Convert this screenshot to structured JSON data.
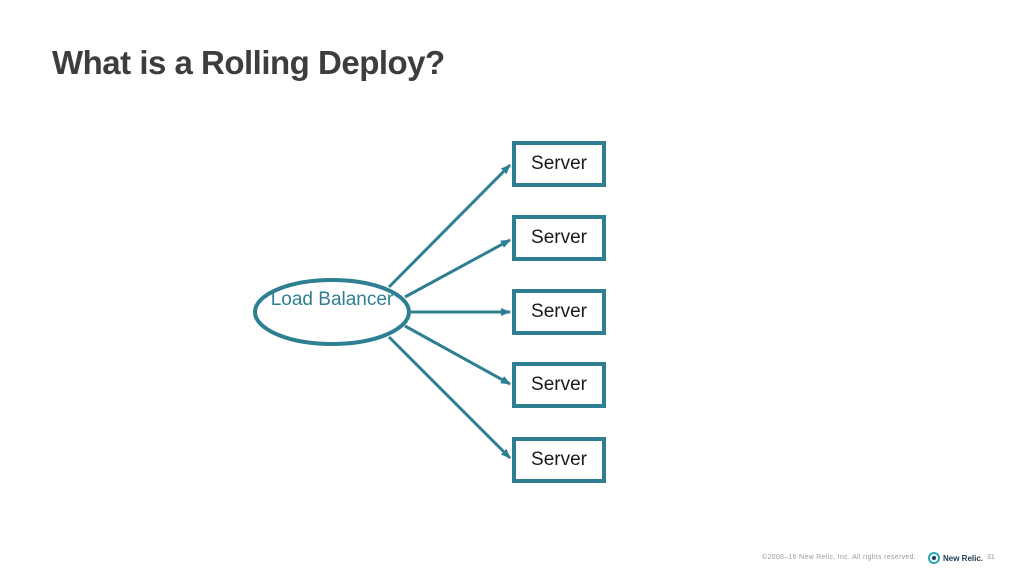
{
  "slide": {
    "title": "What is a Rolling Deploy?"
  },
  "diagram": {
    "load_balancer_label": "Load Balancer",
    "servers": [
      "Server",
      "Server",
      "Server",
      "Server",
      "Server"
    ],
    "accent_color": "#2f7f93"
  },
  "footer": {
    "copyright": "©2008–16 New Relic, Inc. All rights reserved.",
    "brand": "New Relic.",
    "page_number": "31"
  }
}
